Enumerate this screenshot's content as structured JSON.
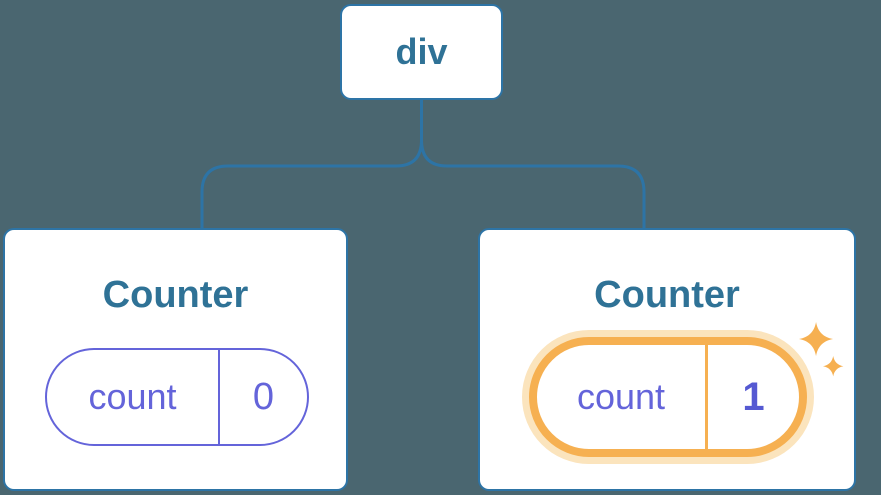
{
  "diagram": {
    "description": "React component tree: a div root with two Counter children, each holding a count state variable",
    "root": {
      "label": "div"
    },
    "children": [
      {
        "title": "Counter",
        "state": {
          "key": "count",
          "value": "0"
        },
        "highlighted": false
      },
      {
        "title": "Counter",
        "state": {
          "key": "count",
          "value": "1"
        },
        "highlighted": true
      }
    ]
  },
  "icons": {
    "highlight": "sparkles-icon"
  },
  "colors": {
    "background": "#4A6670",
    "connector_line": "#2D74A6",
    "card_border": "#2D74A6",
    "card_background": "#FFFFFF",
    "heading_text": "#2F7296",
    "state_purple": "#6464DA",
    "state_value_bold": "#5559D2",
    "highlight_orange": "#F6B051",
    "highlight_glow": "#FBE4BD"
  }
}
